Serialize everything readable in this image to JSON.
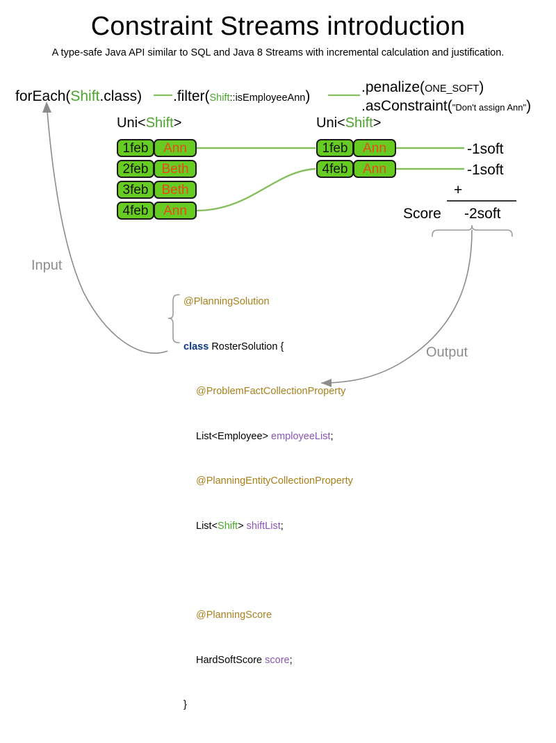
{
  "header": {
    "title": "Constraint Streams introduction",
    "subtitle": "A type-safe Java API similar to SQL and Java 8 Streams with incremental calculation and justification."
  },
  "pipeline": {
    "for_each": {
      "prefix": "forEach(",
      "type": "Shift",
      "suffix": ".class)"
    },
    "filter": {
      "prefix": ".filter(",
      "type": "Shift",
      "method": "::isEmployeeAnn",
      "suffix": ")"
    },
    "penalize": {
      "prefix": ".penalize(",
      "arg": "ONE_SOFT",
      "suffix": ")"
    },
    "as_constraint": {
      "prefix": ".asConstraint(",
      "arg": "\"Don't assign Ann\"",
      "suffix": ")"
    }
  },
  "streams": {
    "left": {
      "label_prefix": "Uni<",
      "label_type": "Shift",
      "label_suffix": ">",
      "rows": [
        {
          "date": "1feb",
          "employee": "Ann"
        },
        {
          "date": "2feb",
          "employee": "Beth"
        },
        {
          "date": "3feb",
          "employee": "Beth"
        },
        {
          "date": "4feb",
          "employee": "Ann"
        }
      ]
    },
    "right": {
      "label_prefix": "Uni<",
      "label_type": "Shift",
      "label_suffix": ">",
      "rows": [
        {
          "date": "1feb",
          "employee": "Ann"
        },
        {
          "date": "4feb",
          "employee": "Ann"
        }
      ]
    }
  },
  "score": {
    "penalties": [
      "-1soft",
      "-1soft"
    ],
    "operator": "+",
    "label": "Score",
    "total": "-2soft"
  },
  "annotations": {
    "input": "Input",
    "output": "Output"
  },
  "code": {
    "lines": [
      {
        "id": "l1",
        "annotation": "@PlanningSolution"
      },
      {
        "id": "l2",
        "keyword": "class",
        "rest": " RosterSolution {"
      },
      {
        "id": "l3",
        "annotation": "@ProblemFactCollectionProperty"
      },
      {
        "id": "l4",
        "type": "List<Employee> ",
        "var": "employeeList",
        "tail": ";"
      },
      {
        "id": "l5",
        "annotation": "@PlanningEntityCollectionProperty"
      },
      {
        "id": "l6",
        "type_pre": "List<",
        "type_green": "Shift",
        "type_post": "> ",
        "var": "shiftList",
        "tail": ";"
      },
      {
        "id": "l7",
        "annotation": "@PlanningScore"
      },
      {
        "id": "l8",
        "type": "HardSoftScore ",
        "var": "score",
        "tail": ";"
      },
      {
        "id": "l9",
        "rest": "}"
      }
    ]
  },
  "colors": {
    "shift_box_fill": "#66cc22",
    "shift_box_border": "#1a1a1a",
    "employee_text": "#e8491d",
    "type_green": "#4aa52a",
    "connector_green": "#86bf5e",
    "annotation_gray": "#8c8c8c",
    "code_annotation": "#a8801c",
    "code_keyword": "#0d3a8c",
    "code_variable": "#8a57b7"
  }
}
